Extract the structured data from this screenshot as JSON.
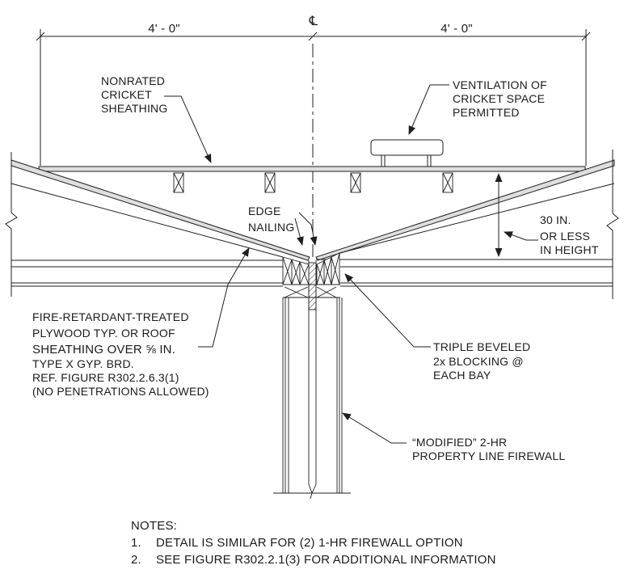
{
  "drawing": {
    "type": "construction-detail-section",
    "subject": "Cricket over property line firewall"
  },
  "dimensions": {
    "left_span": "4' - 0\"",
    "right_span": "4' - 0\"",
    "centerline_symbol": "℄",
    "cricket_height": {
      "lines": [
        "30 IN.",
        "OR LESS",
        "IN HEIGHT"
      ]
    }
  },
  "labels": {
    "nonrated_cricket_sheathing": {
      "lines": [
        "NONRATED",
        "CRICKET",
        "SHEATHING"
      ]
    },
    "ventilation": {
      "lines": [
        "VENTILATION OF",
        "CRICKET SPACE",
        "PERMITTED"
      ]
    },
    "edge_nailing": {
      "lines": [
        "EDGE",
        "NAILING"
      ]
    },
    "fire_retardant": {
      "lines": [
        "FIRE-RETARDANT-TREATED",
        "PLYWOOD TYP. OR ROOF",
        "SHEATHING OVER ⅝ IN.",
        "TYPE X GYP. BRD.",
        "REF. FIGURE R302.2.6.3(1)",
        "(NO PENETRATIONS ALLOWED)"
      ]
    },
    "triple_beveled": {
      "lines": [
        "TRIPLE BEVELED",
        "2x BLOCKING @",
        "EACH BAY"
      ]
    },
    "modified_firewall": {
      "lines": [
        "“MODIFIED” 2-HR",
        "PROPERTY LINE FIREWALL"
      ]
    }
  },
  "notes": {
    "heading": "NOTES:",
    "items": [
      {
        "num": "1.",
        "text": "DETAIL IS SIMILAR FOR (2) 1-HR FIREWALL OPTION"
      },
      {
        "num": "2.",
        "text": "SEE FIGURE R302.2.1(3) FOR ADDITIONAL INFORMATION"
      }
    ]
  },
  "colors": {
    "line": "#1f1f1f",
    "background": "#ffffff",
    "sheathing_fill": "#dedede"
  }
}
